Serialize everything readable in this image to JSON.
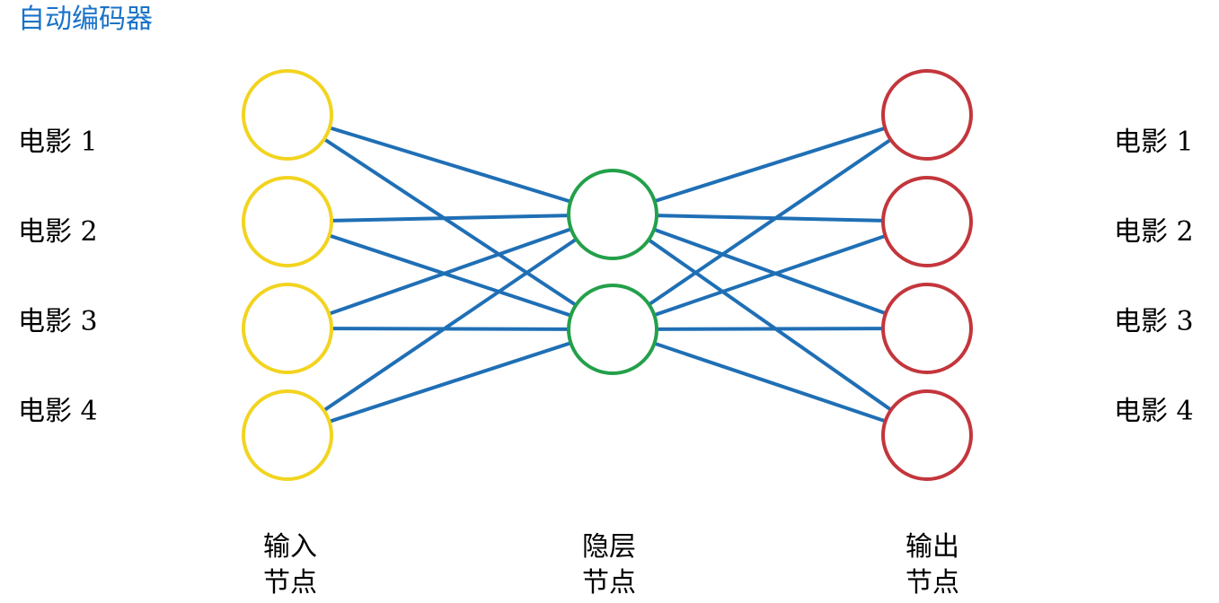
{
  "title": "自动编码器",
  "colors": {
    "title": "#1a73c7",
    "edge": "#1f6fb5",
    "input_node": "#f2d41f",
    "hidden_node": "#23a04a",
    "output_node": "#c3363c"
  },
  "input_labels": [
    "电影 1",
    "电影 2",
    "电影 3",
    "电影 4"
  ],
  "output_labels": [
    "电影 1",
    "电影 2",
    "电影 3",
    "电影 4"
  ],
  "layers": [
    {
      "id": "input",
      "line1": "输入",
      "line2": "节点"
    },
    {
      "id": "hidden",
      "line1": "隐层",
      "line2": "节点"
    },
    {
      "id": "output",
      "line1": "输出",
      "line2": "节点"
    }
  ]
}
